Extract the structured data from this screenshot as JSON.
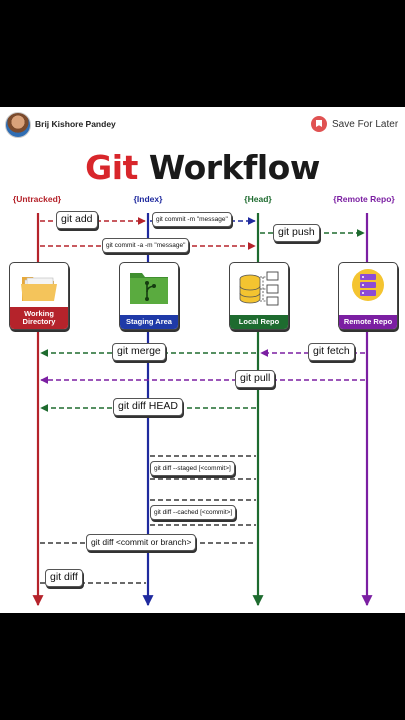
{
  "header": {
    "author": "Brij Kishore Pandey",
    "save_label": "Save For Later"
  },
  "title": {
    "part1": "Git",
    "part2": "Workflow"
  },
  "colors": {
    "untracked": "#b5232b",
    "index": "#1f2a9e",
    "head": "#1e6b2f",
    "remote": "#7b1fa2"
  },
  "columns": [
    {
      "label": "{Untracked}"
    },
    {
      "label": "{Index}"
    },
    {
      "label": "{Head}"
    },
    {
      "label": "{Remote Repo}"
    }
  ],
  "boxes": [
    {
      "label": "Working Directory",
      "icon": "folder-icon"
    },
    {
      "label": "Staging Area",
      "icon": "git-branch-folder-icon"
    },
    {
      "label": "Local Repo",
      "icon": "database-icon"
    },
    {
      "label": "Remote Repo",
      "icon": "server-icon"
    }
  ],
  "commands": {
    "git_add": "git add",
    "git_commit": "git commit -m \"message\"",
    "git_push": "git push",
    "git_commit_a": "git commit -a -m \"message\"",
    "git_merge": "git merge",
    "git_fetch": "git fetch",
    "git_pull": "git pull",
    "git_diff_head": "git diff HEAD",
    "git_diff_staged": "git diff --staged [<commit>]",
    "git_diff_cached": "git diff --cached [<commit>]",
    "git_diff_commit": "git diff <commit or branch>",
    "git_diff": "git diff"
  }
}
